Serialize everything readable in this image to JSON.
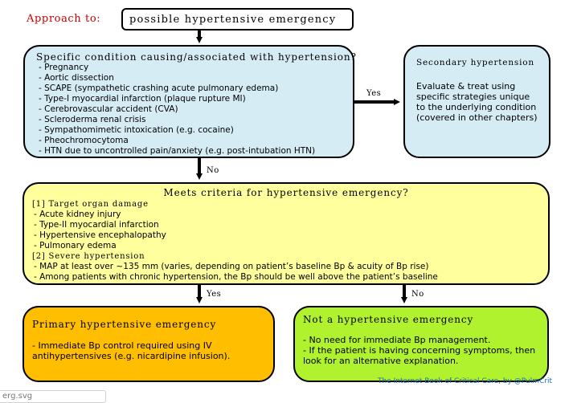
{
  "header": {
    "label": "Approach to:",
    "title": "possible hypertensive emergency"
  },
  "specific_conditions": {
    "question": "Specific condition causing/associated with hypertension?",
    "items": [
      "- Pregnancy",
      "- Aortic dissection",
      "- SCAPE (sympathetic crashing acute pulmonary edema)",
      "- Type-I myocardial infarction (plaque rupture MI)",
      "- Cerebrovascular accident (CVA)",
      "- Scleroderma renal crisis",
      "- Sympathomimetic intoxication (e.g. cocaine)",
      "- Pheochromocytoma",
      "- HTN due to uncontrolled pain/anxiety (e.g. post-intubation HTN)"
    ]
  },
  "secondary": {
    "title": "Secondary hypertension",
    "lines": [
      "Evaluate & treat using",
      "specific strategies unique",
      "to the underlying condition",
      "(covered in other chapters)"
    ]
  },
  "criteria": {
    "question": "Meets criteria for hypertensive emergency?",
    "section1_title": "[1] Target organ damage",
    "section1_items": [
      "- Acute kidney injury",
      "- Type-II myocardial infarction",
      "- Hypertensive encephalopathy",
      "- Pulmonary edema"
    ],
    "section2_title": "[2] Severe hypertension",
    "section2_items": [
      "- MAP at least over ~135 mm (varies, depending on patient’s baseline Bp & acuity of Bp rise)",
      "- Among patients with chronic hypertension, the Bp should be well above the patient’s baseline"
    ]
  },
  "primary": {
    "title": "Primary hypertensive emergency",
    "lines": [
      "- Immediate Bp control required using IV",
      "antihypertensives (e.g. nicardipine infusion)."
    ]
  },
  "not_emergency": {
    "title": "Not a hypertensive emergency",
    "lines": [
      "- No need for immediate Bp management.",
      "- If the patient is having concerning symptoms, then",
      "look for an alternative explanation."
    ]
  },
  "arrows": {
    "yes_to_secondary": "Yes",
    "no_to_criteria": "No",
    "yes_to_primary": "Yes",
    "no_to_not": "No"
  },
  "credit": "The Internet Book of Critical Care, by @PulmCrit",
  "file_tab": "erg.svg",
  "colors": {
    "blue_box": "#d6ecf5",
    "yellow_box": "#ffff9d",
    "orange_box": "#ffbf00",
    "green_box": "#b0f22e",
    "title_red": "#cc0000",
    "credit_blue": "#1f6fb0"
  }
}
